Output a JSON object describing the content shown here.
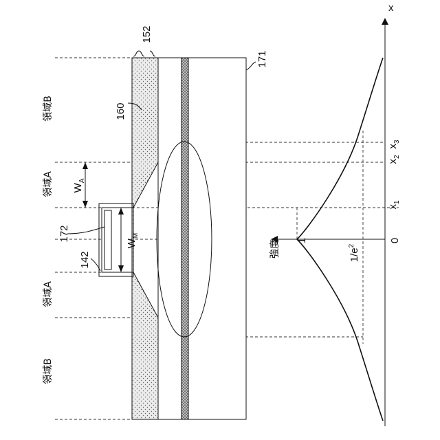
{
  "labels": {
    "x_axis": "x",
    "intensity": "強度",
    "zero": "0",
    "one": "1",
    "inv_e2": "1/e",
    "inv_e2_sup": "2",
    "x1": "x",
    "x1_sub": "1",
    "x2": "x",
    "x2_sub": "2",
    "x3": "x",
    "x3_sub": "3",
    "wa": "W",
    "wa_sub": "A",
    "wm": "W",
    "wm_sub": "M",
    "ref_152": "152",
    "ref_171": "171",
    "ref_160": "160",
    "ref_172": "172",
    "ref_142": "142",
    "region_b_top": "領域B",
    "region_a_top": "領域A",
    "region_a_bottom": "領域A",
    "region_b_bottom": "領域B"
  },
  "colors": {
    "line": "#111111",
    "stipple": "#e6e6e6",
    "dots": "#555555"
  }
}
